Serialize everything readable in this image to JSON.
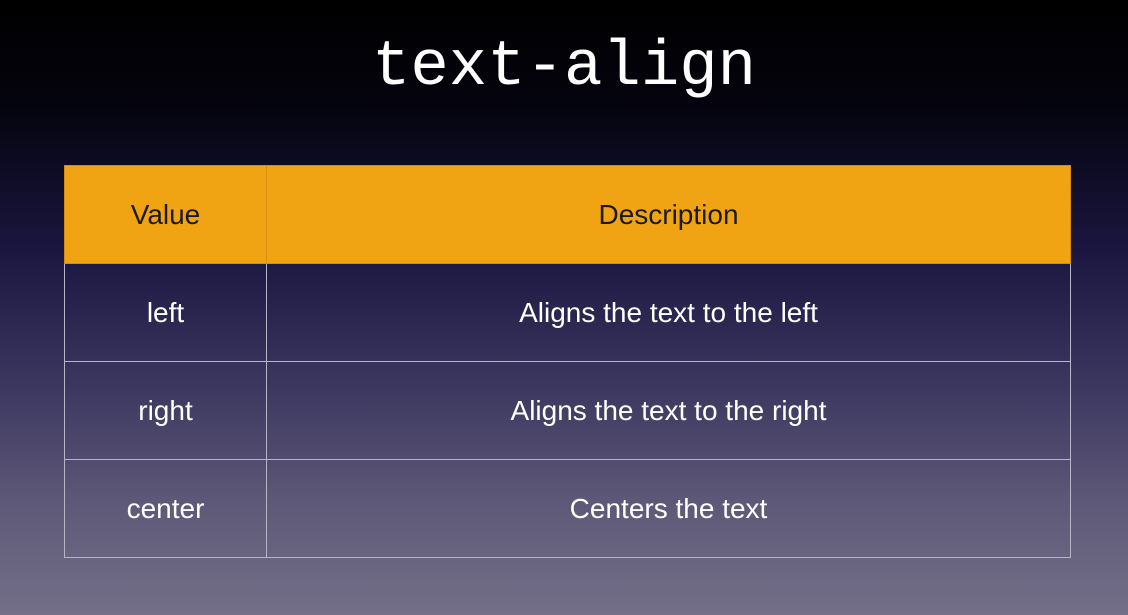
{
  "title": "text-align",
  "table": {
    "headers": [
      "Value",
      "Description"
    ],
    "rows": [
      {
        "value": "left",
        "description": "Aligns the text to the left"
      },
      {
        "value": "right",
        "description": "Aligns the text to the right"
      },
      {
        "value": "center",
        "description": "Centers the text"
      }
    ]
  },
  "colors": {
    "header_background": "#f0a413",
    "header_text": "#1a1a1a",
    "body_text": "#ffffff",
    "grid_lines": "#b8b5c8"
  }
}
